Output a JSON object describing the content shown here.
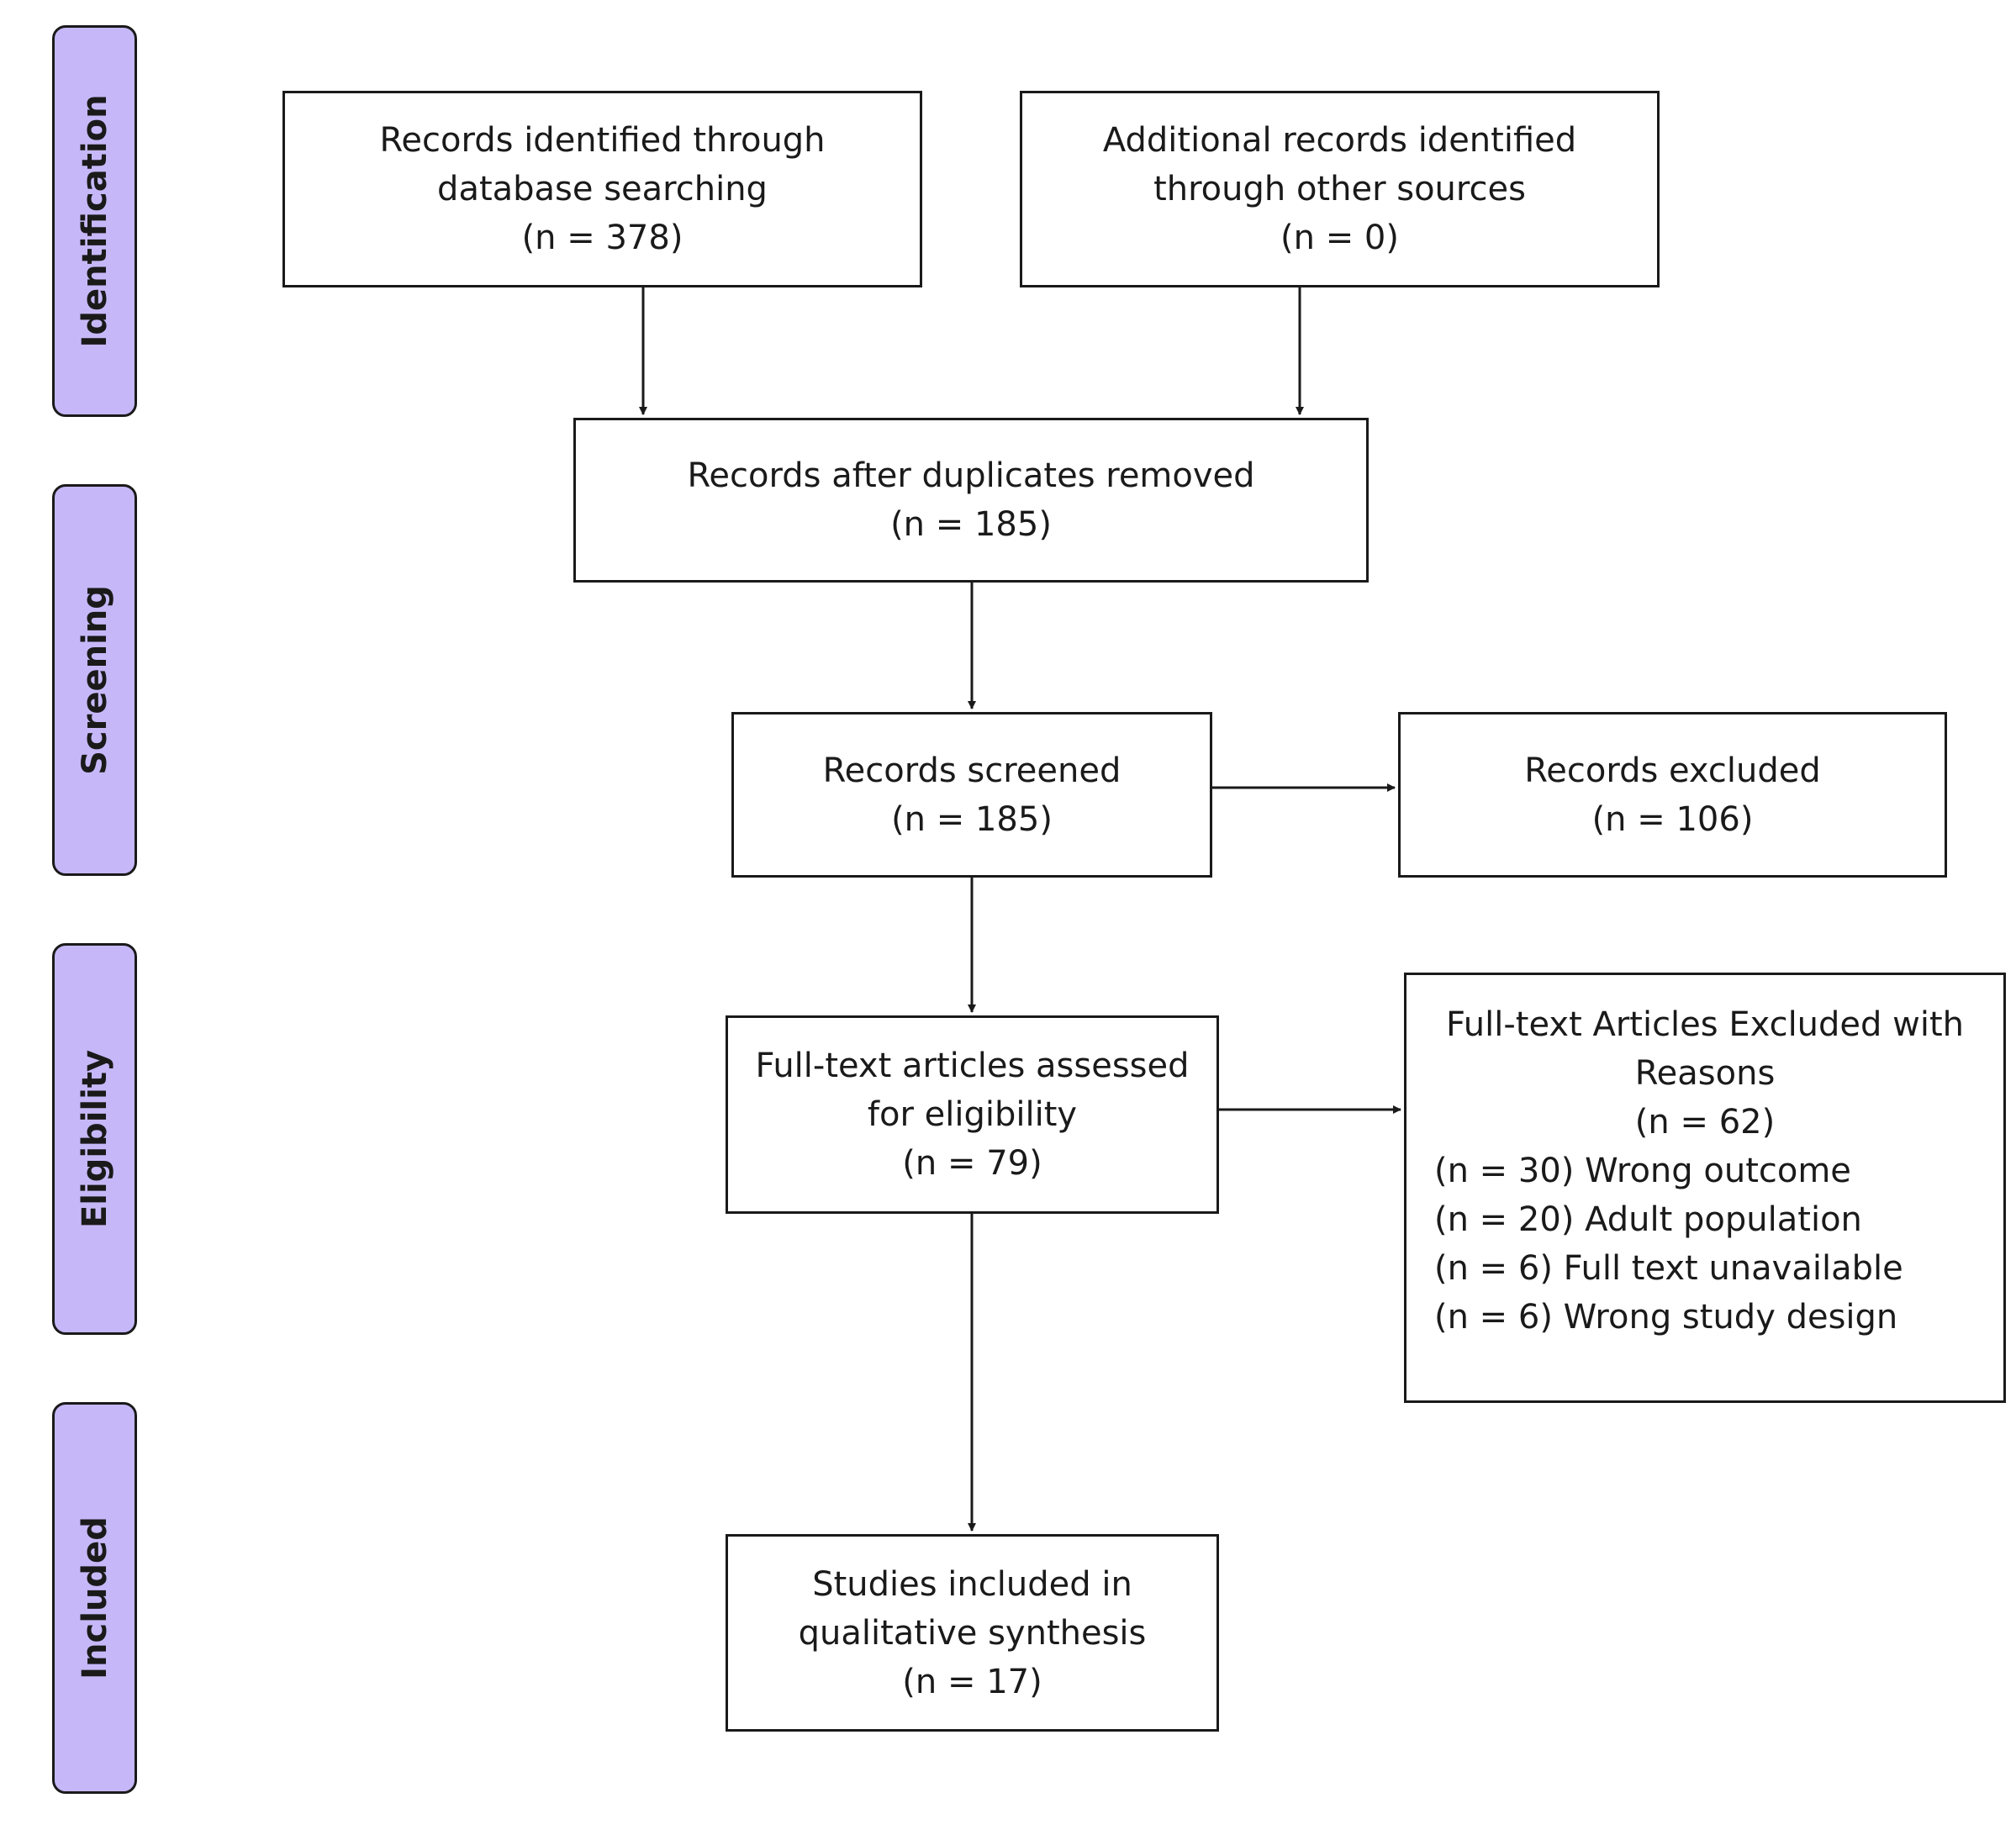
{
  "phases": {
    "identification": "Identification",
    "screening": "Screening",
    "eligibility": "Eligibility",
    "included": "Included"
  },
  "boxes": {
    "database": {
      "line1": "Records identified through",
      "line2": "database searching",
      "line3": "(n = 378)"
    },
    "other": {
      "line1": "Additional records identified",
      "line2": "through other sources",
      "line3": "(n = 0)"
    },
    "duplicates": {
      "line1": "Records after duplicates removed",
      "line2": "(n = 185)"
    },
    "screened": {
      "line1": "Records screened",
      "line2": "(n = 185)"
    },
    "excluded": {
      "line1": "Records excluded",
      "line2": "(n = 106)"
    },
    "fulltext": {
      "line1": "Full-text articles assessed",
      "line2": "for eligibility",
      "line3": "(n = 79)"
    },
    "reasons": {
      "line1": "Full-text Articles Excluded with",
      "line2": "Reasons",
      "line3": "(n = 62)",
      "items": [
        "(n = 30) Wrong outcome",
        "(n = 20) Adult population",
        "(n = 6) Full text unavailable",
        "(n = 6) Wrong study design"
      ]
    },
    "included": {
      "line1": "Studies included in",
      "line2": "qualitative synthesis",
      "line3": "(n = 17)"
    }
  },
  "colors": {
    "phase_fill": "#c6b8f8",
    "stroke": "#1a1a1a"
  }
}
